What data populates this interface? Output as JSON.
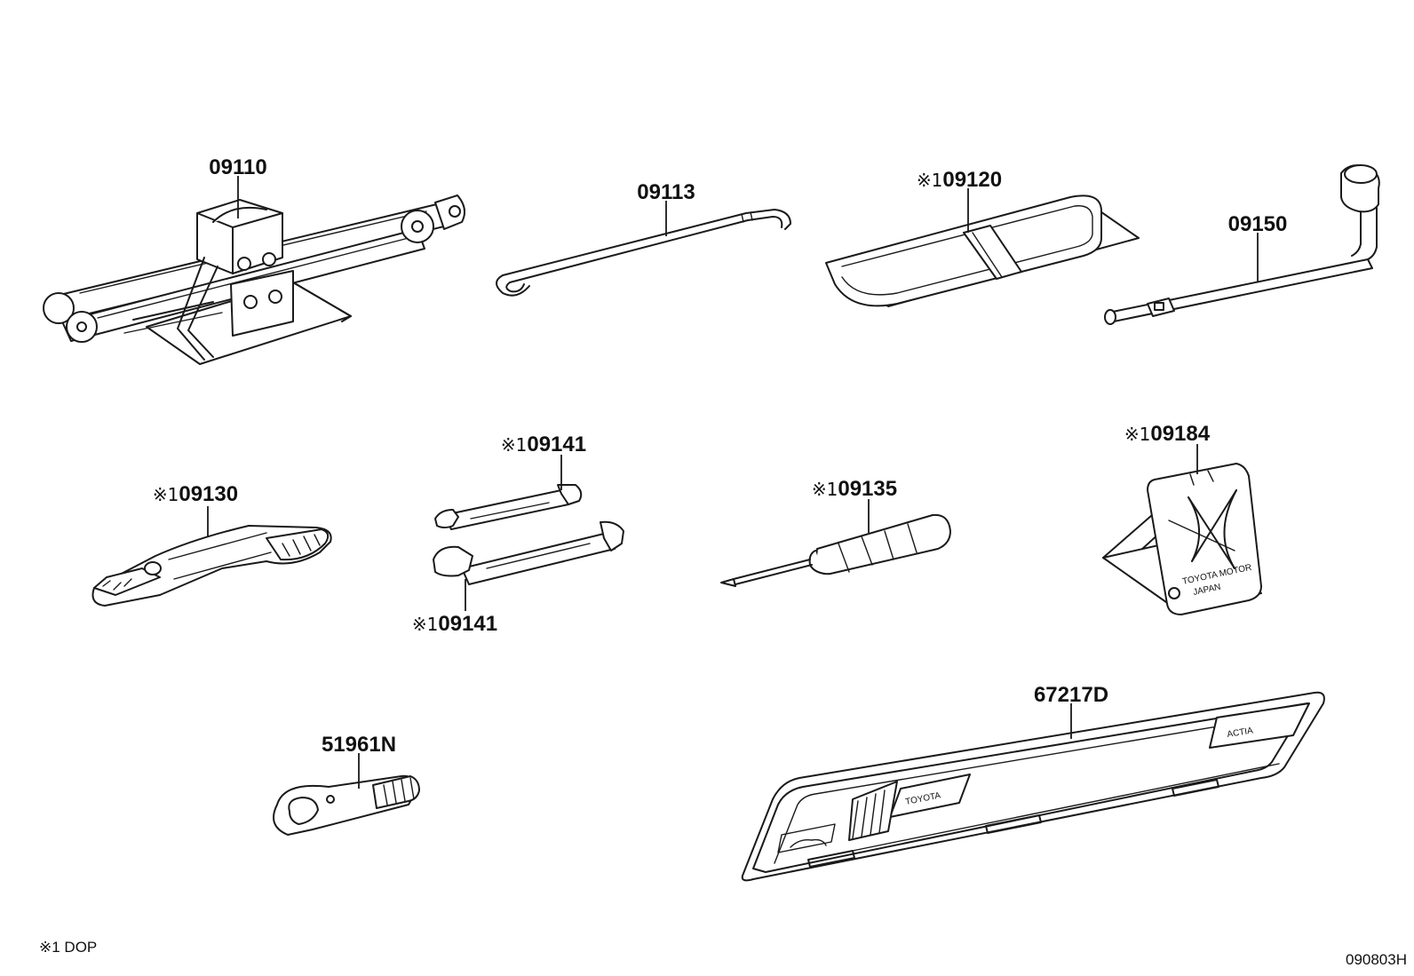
{
  "diagram": {
    "parts": [
      {
        "id": "jack",
        "number": "09110",
        "dop_mark": ""
      },
      {
        "id": "jack-handle",
        "number": "09113",
        "dop_mark": ""
      },
      {
        "id": "tool-bag",
        "number": "09120",
        "dop_mark": "※1"
      },
      {
        "id": "wheel-wrench",
        "number": "09150",
        "dop_mark": ""
      },
      {
        "id": "pliers",
        "number": "09130",
        "dop_mark": "※1"
      },
      {
        "id": "wrench-small",
        "number": "09141",
        "dop_mark": "※1"
      },
      {
        "id": "wrench-large",
        "number": "09141",
        "dop_mark": "※1"
      },
      {
        "id": "screwdriver",
        "number": "09135",
        "dop_mark": "※1"
      },
      {
        "id": "wheel-chock",
        "number": "09184",
        "dop_mark": "※1"
      },
      {
        "id": "towing-eye",
        "number": "51961N",
        "dop_mark": ""
      },
      {
        "id": "tray",
        "number": "67217D",
        "dop_mark": ""
      }
    ],
    "embossed": {
      "tray_brand": "TOYOTA",
      "tray_model": "ACTIA",
      "chock_line1": "TOYOTA MOTOR",
      "chock_line2": "JAPAN"
    },
    "footnote": "※1 DOP",
    "drawing_code": "090803H"
  }
}
